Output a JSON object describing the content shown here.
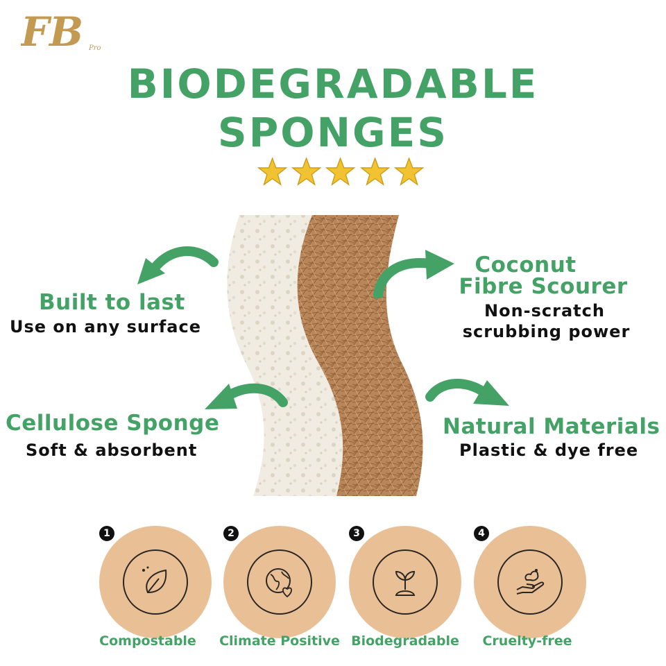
{
  "logo": {
    "main": "FB",
    "suffix": "Pro"
  },
  "title": {
    "line1": "BIODEGRADABLE",
    "line2": "SPONGES"
  },
  "rating": {
    "stars": 5,
    "max": 5,
    "color": "#f1c232"
  },
  "colors": {
    "accent": "#45a266",
    "badge": "#e9c095",
    "logo_gold": "#c39a52"
  },
  "features": {
    "built": {
      "title": "Built to last",
      "desc": "Use on any surface"
    },
    "coconut": {
      "title_line1": "Coconut",
      "title_line2": "Fibre Scourer",
      "desc_line1": "Non-scratch",
      "desc_line2": "scrubbing power"
    },
    "cellulose": {
      "title": "Cellulose Sponge",
      "desc": "Soft & absorbent"
    },
    "natural": {
      "title": "Natural Materials",
      "desc": "Plastic & dye free"
    }
  },
  "badges": [
    {
      "number": "1",
      "label": "Compostable",
      "icon": "leaf-icon"
    },
    {
      "number": "2",
      "label": "Climate Positive",
      "icon": "earth-heart-icon"
    },
    {
      "number": "3",
      "label": "Biodegradable",
      "icon": "sprout-icon"
    },
    {
      "number": "4",
      "label": "Cruelty-free",
      "icon": "hand-care-icon"
    }
  ]
}
